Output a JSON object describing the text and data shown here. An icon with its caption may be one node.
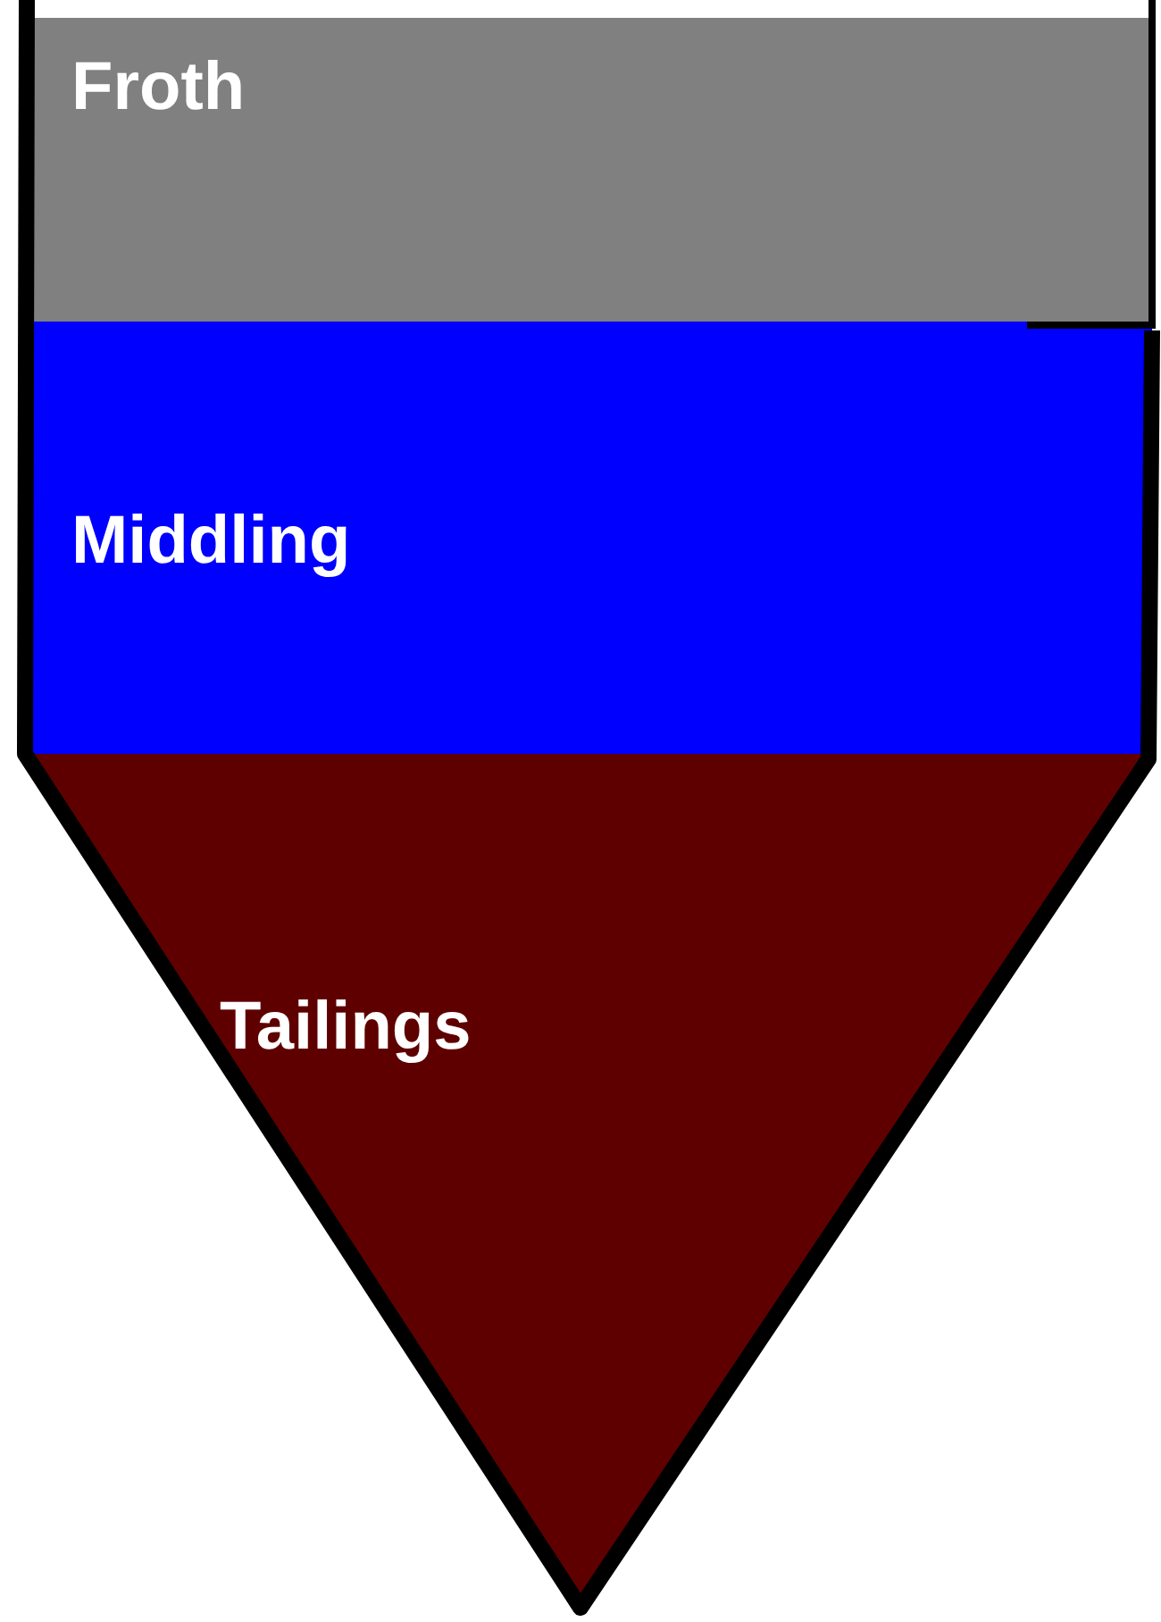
{
  "diagram": {
    "nodes": [
      {
        "text": [
          "Froth"
        ]
      },
      {
        "text": [
          "Middling"
        ]
      },
      {
        "text": [
          "Tailings"
        ]
      }
    ]
  }
}
